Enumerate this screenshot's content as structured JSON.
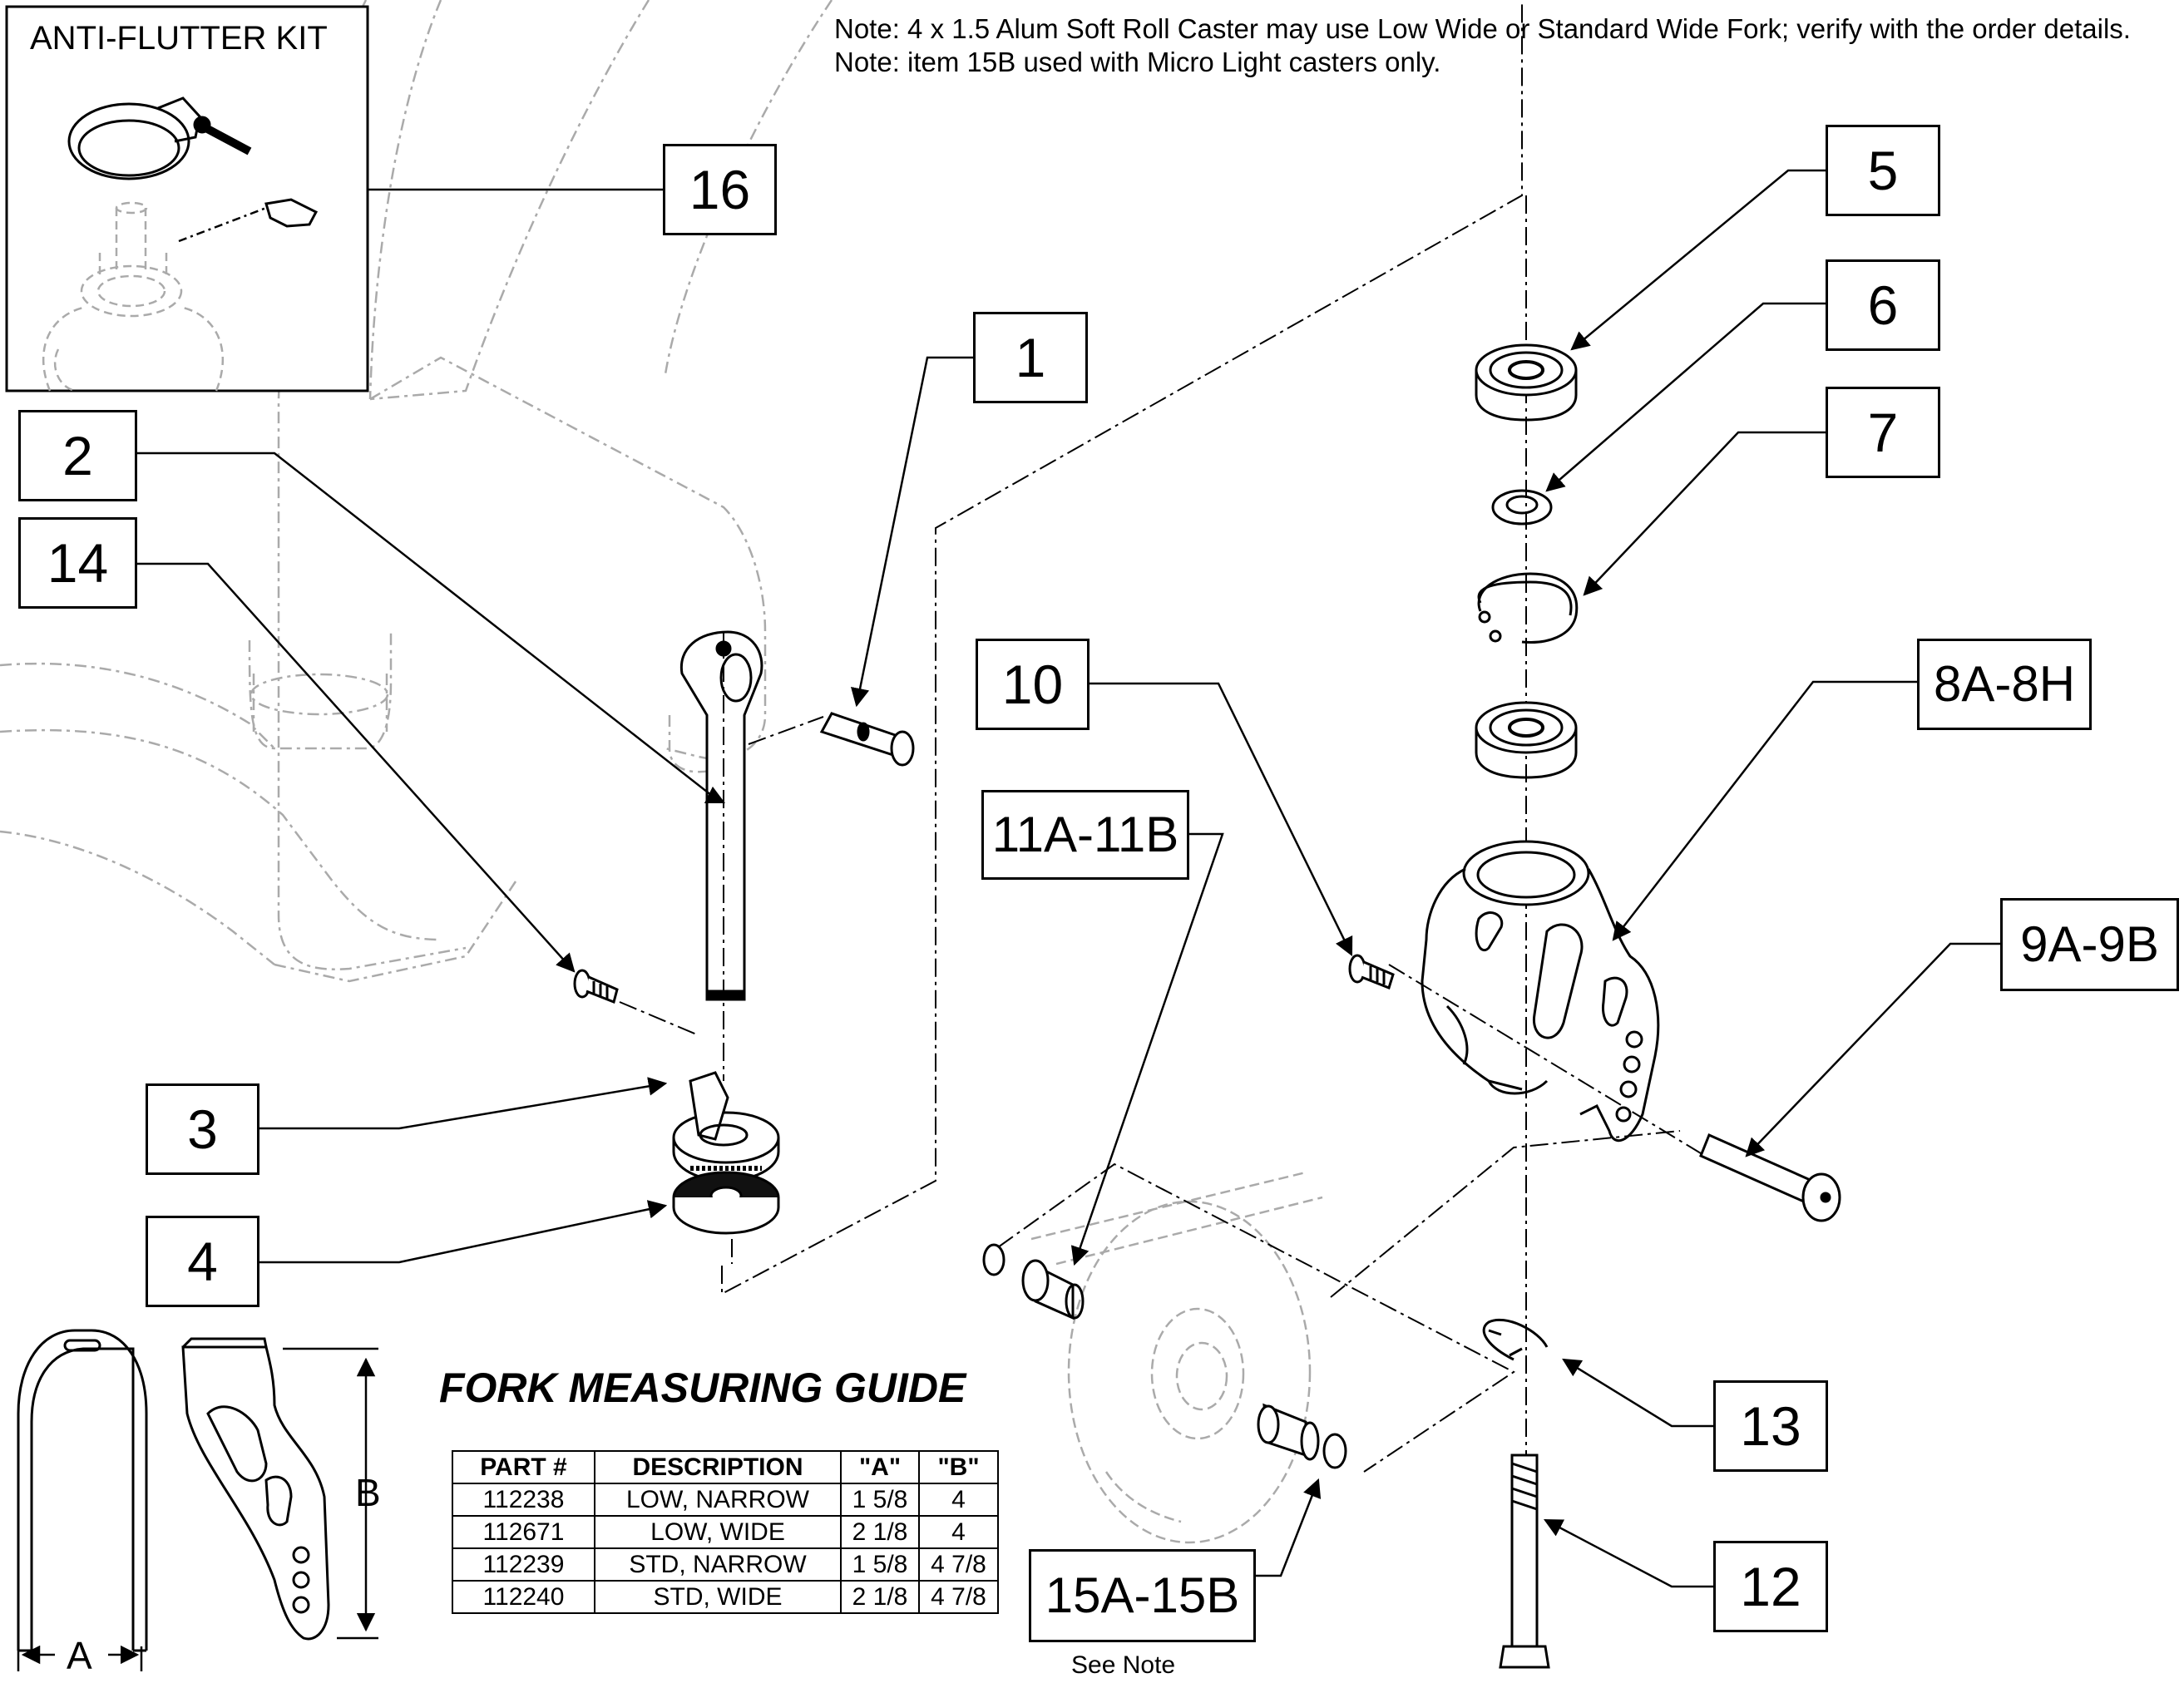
{
  "notes": [
    "Note: 4 x 1.5 Alum Soft Roll Caster may use Low Wide or Standard Wide Fork; verify with the order details.",
    "Note: item 15B used with Micro Light casters only."
  ],
  "kit": {
    "title": "ANTI-FLUTTER KIT"
  },
  "callouts": {
    "c1": "1",
    "c2": "2",
    "c3": "3",
    "c4": "4",
    "c5": "5",
    "c6": "6",
    "c7": "7",
    "c8": "8A-8H",
    "c9": "9A-9B",
    "c10": "10",
    "c11": "11A-11B",
    "c12": "12",
    "c13": "13",
    "c14": "14",
    "c15": "15A-15B",
    "c16": "16"
  },
  "see_note": "See Note",
  "guide": {
    "title": "FORK MEASURING GUIDE",
    "dim_a": "A",
    "dim_b": "B",
    "headers": [
      "PART #",
      "DESCRIPTION",
      "\"A\"",
      "\"B\""
    ],
    "rows": [
      [
        "112238",
        "LOW, NARROW",
        "1 5/8",
        "4"
      ],
      [
        "112671",
        "LOW, WIDE",
        "2 1/8",
        "4"
      ],
      [
        "112239",
        "STD, NARROW",
        "1 5/8",
        "4 7/8"
      ],
      [
        "112240",
        "STD, WIDE",
        "2 1/8",
        "4 7/8"
      ]
    ]
  }
}
